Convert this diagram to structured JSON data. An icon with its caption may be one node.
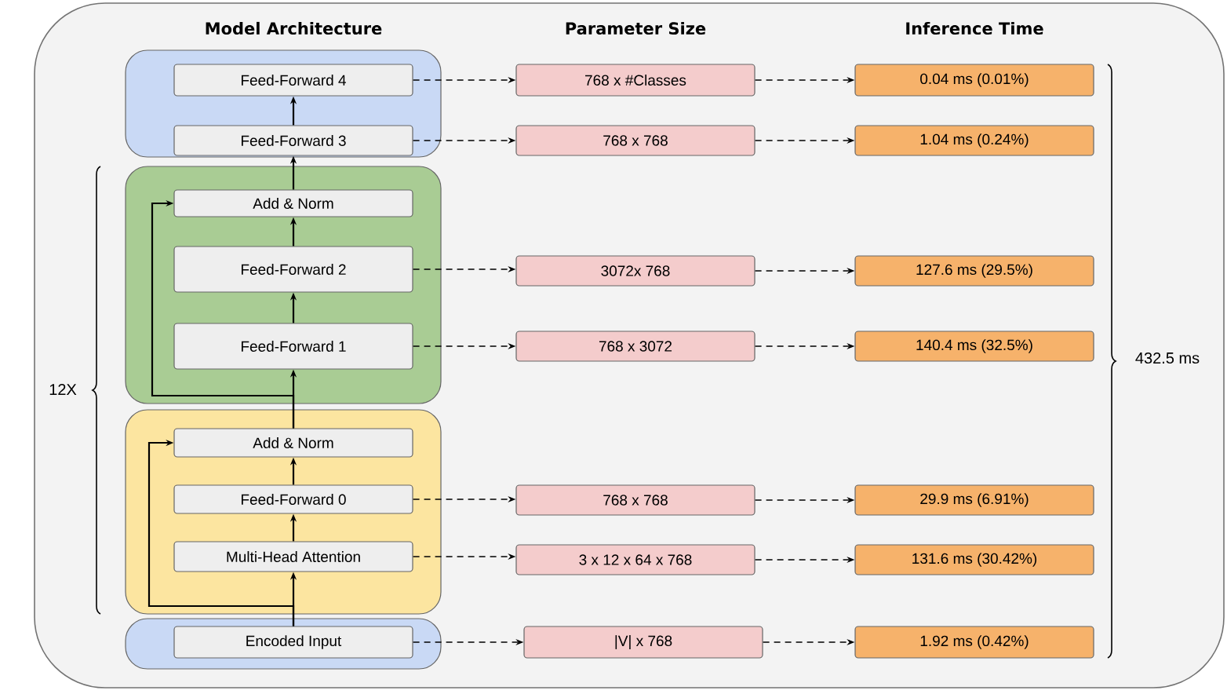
{
  "diagram": {
    "nodes": [
      {
        "text": [],
        "shape": "box"
      },
      {
        "text": [
          "Feed-Forward 4"
        ],
        "in": 0
      },
      {
        "text": [
          "Feed-Forward 3"
        ],
        "in": 0
      },
      {
        "text": [],
        "shape": "box"
      },
      {
        "text": [
          "Add & Norm"
        ],
        "in": 3
      },
      {
        "text": [
          "Feed-Forward 2"
        ],
        "in": 3
      },
      {
        "text": [
          "Feed-Forward 1"
        ],
        "in": 3
      },
      {
        "text": [],
        "shape": "box"
      },
      {
        "text": [
          "Add & Norm"
        ],
        "in": 7
      },
      {
        "text": [
          "Feed-Forward 0"
        ],
        "in": 7
      },
      {
        "text": [
          "Multi-Head Attention"
        ],
        "in": 7
      },
      {
        "text": [],
        "shape": "box"
      },
      {
        "text": [
          "Encoded Input"
        ],
        "in": 11
      },
      {
        "text": [
          "768 x #Classes"
        ]
      },
      {
        "text": [
          "768 x 768"
        ]
      },
      {
        "text": [
          "3072x 768"
        ]
      },
      {
        "text": [
          "768 x 3072"
        ]
      },
      {
        "text": [
          "768 x 768"
        ]
      },
      {
        "text": [
          "3 x 12 x 64 x 768"
        ]
      },
      {
        "text": [
          "|V| x 768"
        ]
      },
      {
        "text": [
          "0.04 ms (0.01%)"
        ]
      },
      {
        "text": [
          "1.04 ms (0.24%)"
        ]
      },
      {
        "text": [
          "127.6 ms (29.5%)"
        ]
      },
      {
        "text": [
          "140.4 ms (32.5%)"
        ]
      },
      {
        "text": [
          "29.9 ms (6.91%)"
        ]
      },
      {
        "text": [
          "131.6 ms (30.42%)"
        ]
      },
      {
        "text": [
          "1.92 ms (0.42%)"
        ]
      }
    ],
    "edges": [
      {
        "from": 12,
        "to": 10,
        "arrow": "to"
      },
      {
        "from": 10,
        "to": 9,
        "arrow": "to"
      },
      {
        "from": 9,
        "to": 8,
        "arrow": "to"
      },
      {
        "from": 12,
        "to": 8,
        "arrow": "to"
      },
      {
        "from": 8,
        "to": 6,
        "arrow": "to"
      },
      {
        "from": 6,
        "to": 5,
        "arrow": "to"
      },
      {
        "from": 5,
        "to": 4,
        "arrow": "to"
      },
      {
        "from": 8,
        "to": 4,
        "arrow": "to"
      },
      {
        "from": 4,
        "to": 2,
        "arrow": "to"
      },
      {
        "from": 2,
        "to": 1,
        "arrow": "to"
      },
      {
        "from": 1,
        "to": 13,
        "arrow": "to",
        "style": "dashed"
      },
      {
        "from": 2,
        "to": 14,
        "arrow": "to",
        "style": "dashed"
      },
      {
        "from": 5,
        "to": 15,
        "arrow": "to",
        "style": "dashed"
      },
      {
        "from": 6,
        "to": 16,
        "arrow": "to",
        "style": "dashed"
      },
      {
        "from": 9,
        "to": 17,
        "arrow": "to",
        "style": "dashed"
      },
      {
        "from": 10,
        "to": 18,
        "arrow": "to",
        "style": "dashed"
      },
      {
        "from": 12,
        "to": 19,
        "arrow": "to",
        "style": "dashed"
      },
      {
        "from": 13,
        "to": 20,
        "arrow": "to",
        "style": "dashed"
      },
      {
        "from": 14,
        "to": 21,
        "arrow": "to",
        "style": "dashed"
      },
      {
        "from": 15,
        "to": 22,
        "arrow": "to",
        "style": "dashed"
      },
      {
        "from": 16,
        "to": 23,
        "arrow": "to",
        "style": "dashed"
      },
      {
        "from": 17,
        "to": 24,
        "arrow": "to",
        "style": "dashed"
      },
      {
        "from": 18,
        "to": 25,
        "arrow": "to",
        "style": "dashed"
      },
      {
        "from": 19,
        "to": 26,
        "arrow": "to",
        "style": "dashed"
      }
    ],
    "labels": [
      "Model Architecture",
      "Parameter Size",
      "Inference Time",
      "12X",
      "432.5 ms"
    ]
  }
}
